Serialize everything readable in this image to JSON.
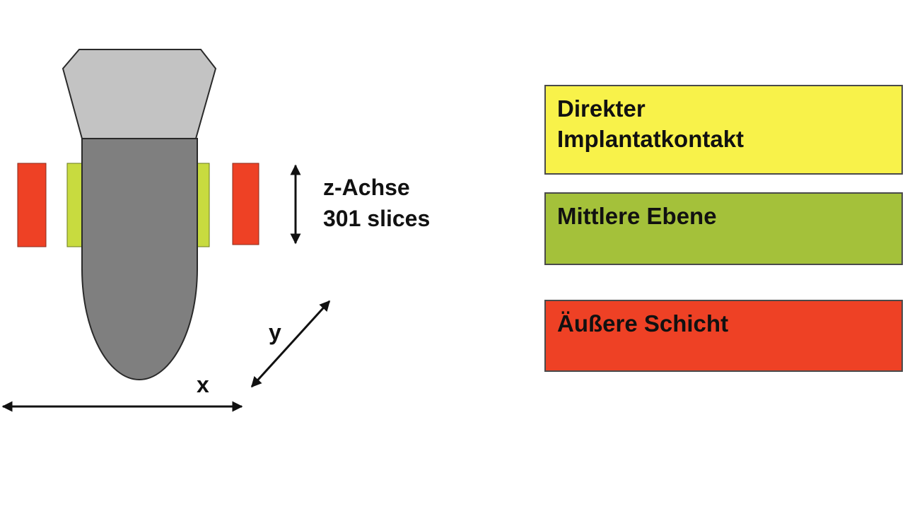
{
  "labels": {
    "z_axis": "z-Achse",
    "slices": "301 slices",
    "x": "x",
    "y": "y"
  },
  "legend": [
    {
      "label": "Direkter\nImplantatkontakt",
      "color": "#f8f24a"
    },
    {
      "label": "Mittlere Ebene",
      "color": "#a4c13a"
    },
    {
      "label": "Äußere Schicht",
      "color": "#ee4125"
    }
  ],
  "colors": {
    "implant_head": "#c3c3c3",
    "implant_body": "#7f7f7f",
    "outer_layer": "#ee4125",
    "middle_layer": "#c8db3f",
    "arrow": "#111111"
  }
}
